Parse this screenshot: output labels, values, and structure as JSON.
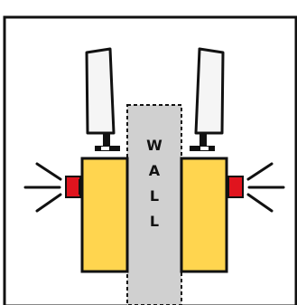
{
  "wall": {
    "letters": [
      "W",
      "A",
      "L",
      "L"
    ]
  },
  "devices": [
    {
      "name": "left-device",
      "light_side": "left"
    },
    {
      "name": "right-device",
      "light_side": "right"
    }
  ],
  "colors": {
    "background": "#ffffff",
    "frame": "#111111",
    "body_fill": "#ffd54f",
    "light_fill": "#e0141e",
    "wall_fill": "#d0d0d0",
    "antenna_fill": "#f5f5f5",
    "stroke": "#111111"
  },
  "icons": {
    "antenna": "antenna-icon",
    "signal_light": "signal-light-icon",
    "light_rays": "light-rays-icon"
  }
}
